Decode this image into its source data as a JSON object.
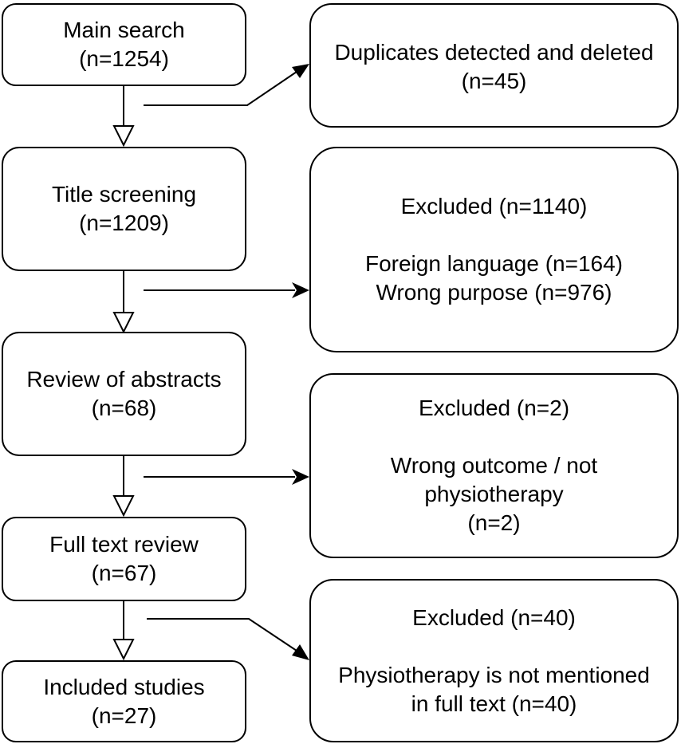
{
  "steps": [
    {
      "label": "Main search",
      "count": "(n=1254)"
    },
    {
      "label": "Title screening",
      "count": "(n=1209)"
    },
    {
      "label": "Review of abstracts",
      "count": "(n=68)"
    },
    {
      "label": "Full text review",
      "count": "(n=67)"
    },
    {
      "label": "Included studies",
      "count": "(n=27)"
    }
  ],
  "exclusions": [
    {
      "title": "Duplicates detected and deleted",
      "count": "(n=45)"
    },
    {
      "title": "Excluded (n=1140)",
      "reasons": [
        "Foreign language (n=164)",
        "Wrong purpose (n=976)"
      ]
    },
    {
      "title": "Excluded (n=2)",
      "reasons": [
        "Wrong outcome / not",
        "physiotherapy",
        "(n=2)"
      ]
    },
    {
      "title": "Excluded (n=40)",
      "reasons": [
        "Physiotherapy is not mentioned",
        "in full text (n=40)"
      ]
    }
  ]
}
